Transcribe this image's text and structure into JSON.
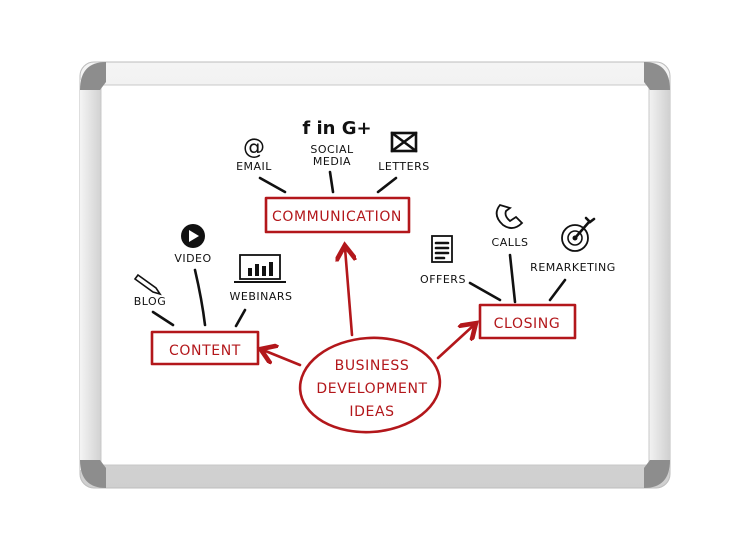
{
  "center": {
    "line1": "BUSINESS",
    "line2": "DEVELOPMENT",
    "line3": "IDEAS"
  },
  "branches": {
    "communication": {
      "label": "COMMUNICATION",
      "children": [
        "EMAIL",
        "SOCIAL",
        "MEDIA",
        "LETTERS"
      ],
      "social_icons": "f in G+"
    },
    "content": {
      "label": "CONTENT",
      "children": [
        "BLOG",
        "VIDEO",
        "WEBINARS"
      ]
    },
    "closing": {
      "label": "CLOSING",
      "children": [
        "OFFERS",
        "CALLS",
        "REMARKETING"
      ]
    }
  },
  "colors": {
    "accent": "#b3171b",
    "ink": "#111111",
    "frame": "#d9d9d9"
  }
}
